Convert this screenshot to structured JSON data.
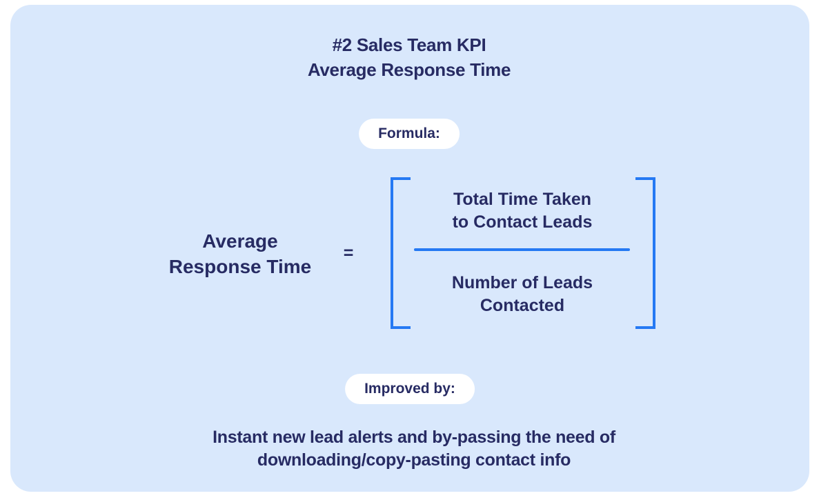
{
  "card": {
    "title_line1": "#2 Sales Team KPI",
    "title_line2": "Average Response Time",
    "formula_badge": "Formula:",
    "formula": {
      "lhs_line1": "Average",
      "lhs_line2": "Response Time",
      "equals": "=",
      "numerator_line1": "Total Time Taken",
      "numerator_line2": "to Contact Leads",
      "denominator_line1": "Number of Leads",
      "denominator_line2": "Contacted"
    },
    "improved_badge": "Improved by:",
    "improved_line1": "Instant new lead alerts and by-passing the need of",
    "improved_line2": "downloading/copy-pasting contact info"
  },
  "colors": {
    "page_bg": "#ffffff",
    "card_bg": "#d9e8fc",
    "text_navy": "#272b63",
    "accent_blue": "#2579f3",
    "badge_bg": "#ffffff"
  }
}
